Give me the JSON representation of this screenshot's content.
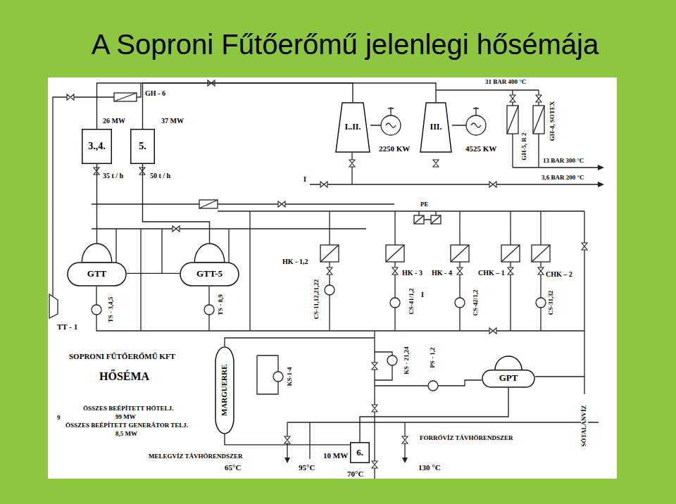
{
  "diagram": {
    "title": "A Soproni Fűtőerőmű jelenlegi hősémája",
    "nodes": [
      {
        "text": [
          "3.,4."
        ]
      },
      {
        "text": [
          "5."
        ]
      },
      {
        "text": [
          "I..II."
        ]
      },
      {
        "text": [
          "III."
        ]
      },
      {
        "text": [
          "GTT"
        ]
      },
      {
        "text": [
          "GTT-5"
        ]
      },
      {
        "text": [
          "MARGUERRE"
        ]
      },
      {
        "text": [
          "GPT"
        ]
      },
      {
        "text": [
          "6."
        ]
      }
    ],
    "edges": [
      {
        "from": 4,
        "to": 0,
        "arrow": "none"
      },
      {
        "from": 5,
        "to": 1,
        "arrow": "none"
      },
      {
        "from": 0,
        "to": 2,
        "arrow": "none"
      },
      {
        "from": 1,
        "to": 3,
        "arrow": "none"
      },
      {
        "from": 4,
        "to": 5,
        "arrow": "none"
      },
      {
        "from": 6,
        "to": 8,
        "arrow": "none"
      },
      {
        "from": 7,
        "to": 8,
        "arrow": "none"
      }
    ],
    "labels": [
      "GH - 6",
      "26 MW",
      "37 MW",
      "35 t / h",
      "50 t / h",
      "2250 KW",
      "4525 KW",
      "31 BAR 400 °C",
      "GH-5, R 2",
      "GH-4, SOTEX",
      "13 BAR 300 °C",
      "3,6 BAR 200 °C",
      "I",
      "PE",
      "HK - 1,2",
      "HK - 3",
      "HK - 4",
      "CHK – 1",
      "CHK – 2",
      "I",
      "TS - 3,4,5",
      "TS - 8,9",
      "CS-11,12,21,22",
      "CS-41/1,2",
      "CS-42/1,2",
      "CS-31,32",
      "TT - 1",
      "SOPRONI FŰTŐERŐMŰ KFT",
      "HŐSÉMA",
      "ÖSSZES BEÉPÍTETT HŐTELJ.",
      "9",
      "99 MW",
      "ÖSSZES BEÉPÍTETT GENERÁTOR TELJ.",
      "8,5 MW",
      "KS-1-4",
      "KS - 21,24",
      "PS - 1,2",
      "MELEGVÍZ TÁVHŐRENDSZER",
      "65°C",
      "95°C",
      "10 MW",
      "70°C",
      "FORRÓVÍZ TÁVHŐRENDSZER",
      "130 °C",
      "SÓTALANVÍZ"
    ]
  }
}
